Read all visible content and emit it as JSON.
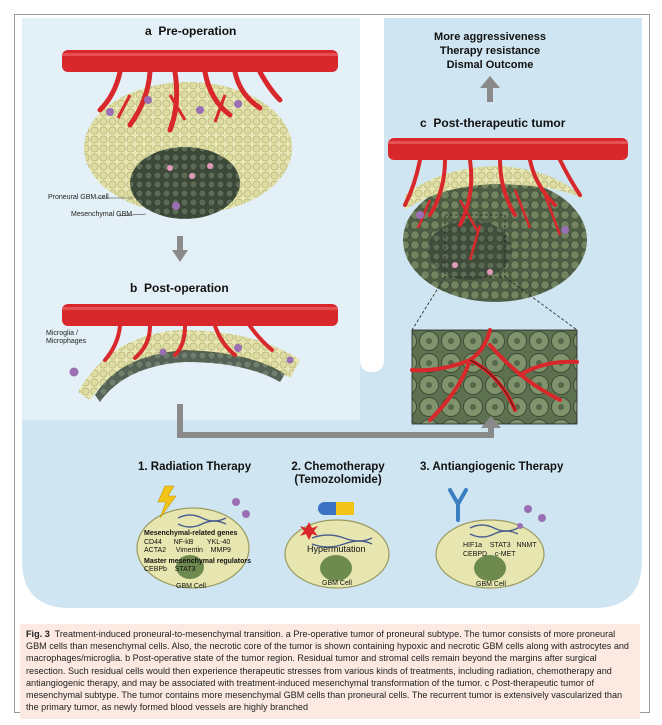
{
  "panel_a": {
    "letter": "a",
    "title": "Pre-operation"
  },
  "panel_b": {
    "letter": "b",
    "title": "Post-operation"
  },
  "panel_c": {
    "letter": "c",
    "title": "Post-therapeutic tumor"
  },
  "labels": {
    "proneural": "Proneural GBM cell",
    "mesenchymal": "Mesenchymal GBM",
    "microglia_1": "Microglia /",
    "microglia_2": "Microphages"
  },
  "outcome": [
    "More aggressiveness",
    "Therapy resistance",
    "Dismal Outcome"
  ],
  "therapies": [
    {
      "title": "1. Radiation Therapy"
    },
    {
      "title": "2. Chemotherapy",
      "subtitle": "(Temozolomide)"
    },
    {
      "title": "3. Antiangiogenic Therapy"
    }
  ],
  "cell1": {
    "heading1": "Mesenchymal-related genes",
    "row1": [
      "CD44",
      "NF-kB",
      "YKL-40"
    ],
    "row2": [
      "ACTA2",
      "Vimentin",
      "MMP9"
    ],
    "heading2": "Master mesenchymal regulators",
    "row3": [
      "CEBPb",
      "STAT3"
    ],
    "name": "GBM Cell"
  },
  "cell2": {
    "text": "Hypermutation",
    "name": "GBM Cell"
  },
  "cell3": {
    "row1": [
      "HIF1a",
      "STAT3",
      "NNMT"
    ],
    "row2": [
      "CEBPD",
      "c-MET"
    ],
    "name": "GBM Cell"
  },
  "caption": {
    "fig": "Fig. 3",
    "text": "Treatment-induced proneural-to-mesenchymal transition. a Pre-operative tumor of proneural subtype. The tumor consists of more proneural GBM cells than mesenchymal cells. Also, the necrotic core of the tumor is shown containing hypoxic and necrotic GBM cells along with astrocytes and macrophages/microglia. b Post-operative state of the tumor region. Residual tumor and stromal cells remain beyond the margins after surgical resection. Such residual cells would then experience therapeutic stresses from various kinds of treatments, including radiation, chemotherapy and antiangiogenic therapy, and may be associated with treatment-induced mesenchymal transformation of the tumor. c Post-therapeutic tumor of mesenchymal subtype. The tumor contains more mesenchymal GBM cells than proneural cells. The recurrent tumor is extensively vascularized than the primary tumor, as newly formed blood vessels are highly branched"
  },
  "colors": {
    "panel_bg": "#c9e1ef",
    "vessel": "#d8282b",
    "proneural": "#e4e3a8",
    "mesenchymal": "#6e7f5f",
    "arrow": "#8a8a8a",
    "caption_bg": "#fbe9e2"
  }
}
